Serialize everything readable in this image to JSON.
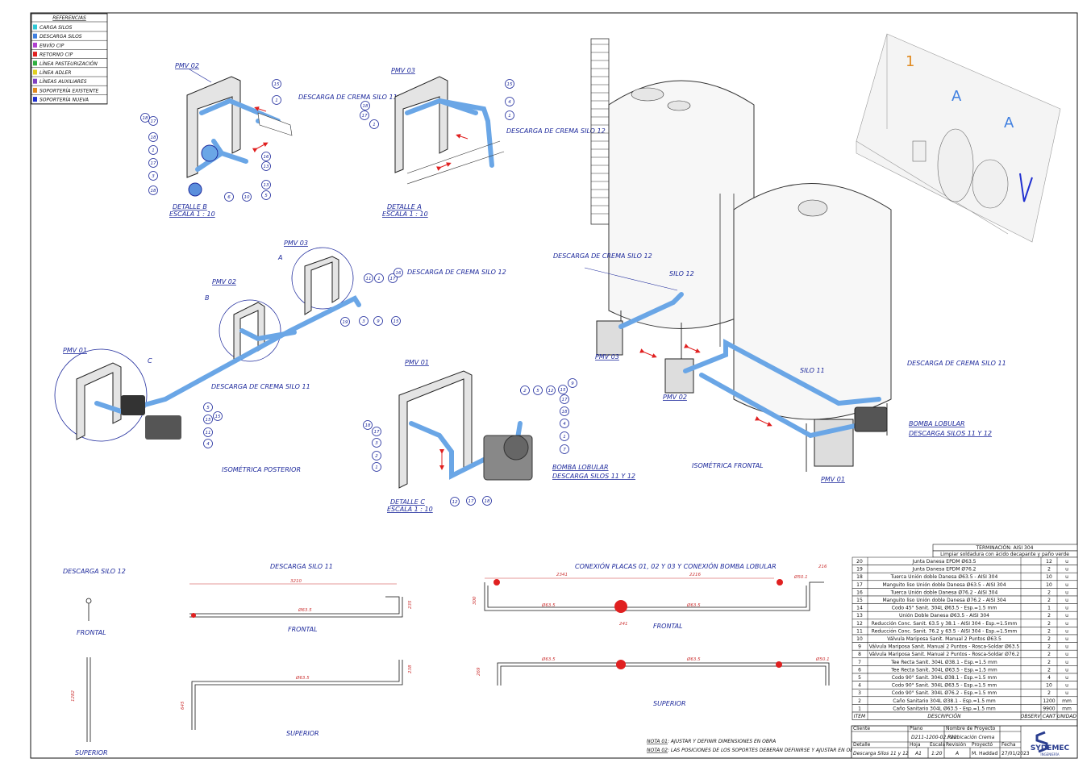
{
  "legend": {
    "title": "REFERENCIAS",
    "items": [
      {
        "label": "CARGA SILOS",
        "color": "#31c8d6"
      },
      {
        "label": "DESCARGA SILOS",
        "color": "#3f7fe0"
      },
      {
        "label": "ENVÍO CIP",
        "color": "#b040d0"
      },
      {
        "label": "RETORNO CIP",
        "color": "#e02020"
      },
      {
        "label": "LÍNEA PASTEURIZACIÓN",
        "color": "#30b040"
      },
      {
        "label": "LÍNEA ADLER",
        "color": "#e0d020"
      },
      {
        "label": "LÍNEAS AUXILIARES",
        "color": "#8040c0"
      },
      {
        "label": "SOPORTERÍA EXISTENTE",
        "color": "#e08a20"
      },
      {
        "label": "SOPORTERÍA NUEVA",
        "color": "#2030d0"
      }
    ]
  },
  "views": {
    "pmv02": "PMV 02",
    "pmv03": "PMV 03",
    "pmv01": "PMV 01",
    "det_b": "DETALLE B",
    "det_a": "DETALLE A",
    "det_c": "DETALLE C",
    "scale": "ESCALA 1 : 10",
    "descarga_11": "DESCARGA DE CREMA SILO 11",
    "descarga_12": "DESCARGA DE CREMA SILO 12",
    "iso_post": "ISOMÉTRICA POSTERIOR",
    "iso_front": "ISOMÉTRICA FRONTAL",
    "bomba": "BOMBA LOBULAR",
    "bomba2": "DESCARGA SILOS 11 Y 12",
    "silo12": "SILO 12",
    "silo11": "SILO 11",
    "mark_a": "A",
    "mark_b": "B",
    "mark_c": "C"
  },
  "bubbles_b": [
    "18",
    "17",
    "1",
    "18",
    "17",
    "3",
    "18",
    "13",
    "5",
    "6",
    "10",
    "13",
    "16",
    "15",
    "1"
  ],
  "bubbles_a": [
    "18",
    "17",
    "1",
    "15",
    "4",
    "1"
  ],
  "bubbles_c": [
    "18",
    "17",
    "3",
    "2",
    "1",
    "2",
    "5",
    "12",
    "15",
    "9",
    "17",
    "18",
    "4",
    "1",
    "7",
    "12",
    "17",
    "18"
  ],
  "orthos": {
    "ds12": "DESCARGA SILO 12",
    "ds11": "DESCARGA SILO 11",
    "conex": "CONEXIÓN PLACAS 01, 02 Y 03 Y CONEXIÓN BOMBA LOBULAR",
    "frontal": "FRONTAL",
    "superior": "SUPERIOR",
    "d3210": "3210",
    "d2341": "2341",
    "d2216": "2216",
    "d235": "235",
    "d238": "238",
    "d300": "300",
    "d241": "241",
    "d269": "269",
    "d645": "645",
    "d1282": "1282",
    "d216": "216",
    "dia": "Ø63.5",
    "dia2": "Ø50.1"
  },
  "notes": {
    "n1_label": "NOTA 01",
    "n1": ": AJUSTAR Y DEFINIR DIMENSIONES EN OBRA",
    "n2_label": "NOTA 02",
    "n2": ": LAS POSICIONES DE LOS SOPORTES DEBERÁN DEFINIRSE Y AJUSTAR EN OBRA"
  },
  "bom": {
    "header1": "TERMINACIÓN: AISI 304",
    "header2": "Limpiar soldadura con ácido decapante y paño verde",
    "rows": [
      [
        "20",
        "Junta Danesa EPDM Ø63.5",
        "12",
        "u"
      ],
      [
        "19",
        "Junta Danesa EPDM Ø76.2",
        "2",
        "u"
      ],
      [
        "18",
        "Tuerca Unión doble Danesa Ø63.5 - AISI 304",
        "10",
        "u"
      ],
      [
        "17",
        "Manguito liso Unión doble Danesa Ø63.5 - AISI 304",
        "10",
        "u"
      ],
      [
        "16",
        "Tuerca Unión doble Danesa Ø76.2 - AISI 304",
        "2",
        "u"
      ],
      [
        "15",
        "Manguito liso Unión doble Danesa Ø76.2 - AISI 304",
        "2",
        "u"
      ],
      [
        "14",
        "Codo 45° Sanit. 304L Ø63.5 - Esp.=1.5 mm",
        "1",
        "u"
      ],
      [
        "13",
        "Unión Doble Danesa Ø63.5 - AISI 304",
        "2",
        "u"
      ],
      [
        "12",
        "Reducción Conc. Sanit. 63.5 y 38.1 - AISI 304 - Esp.=1.5mm",
        "2",
        "u"
      ],
      [
        "11",
        "Reducción Conc. Sanit. 76.2 y 63.5 - AISI 304 - Esp.=1.5mm",
        "2",
        "u"
      ],
      [
        "10",
        "Válvula Mariposa Sanit. Manual 2 Puntos Ø63.5",
        "2",
        "u"
      ],
      [
        "9",
        "Válvula Mariposa Sanit. Manual 2 Puntos - Rosca-Soldar Ø63.5",
        "2",
        "u"
      ],
      [
        "8",
        "Válvula Mariposa Sanit. Manual 2 Puntos - Rosca-Soldar Ø76.2",
        "2",
        "u"
      ],
      [
        "7",
        "Tee Recta Sanit. 304L Ø38.1 - Esp.=1.5 mm",
        "2",
        "u"
      ],
      [
        "6",
        "Tee Recta Sanit. 304L Ø63.5 - Esp.=1.5 mm",
        "2",
        "u"
      ],
      [
        "5",
        "Codo 90° Sanit. 304L Ø38.1 - Esp.=1.5 mm",
        "4",
        "u"
      ],
      [
        "4",
        "Codo 90° Sanit. 304L Ø63.5 - Esp.=1.5 mm",
        "10",
        "u"
      ],
      [
        "3",
        "Codo 90° Sanit. 304L Ø76.2 - Esp.=1.5 mm",
        "2",
        "u"
      ],
      [
        "2",
        "Caño Sanitario 304L Ø38.1 - Esp.=1.5 mm",
        "1200",
        "mm"
      ],
      [
        "1",
        "Caño Sanitario 304L Ø63.5 - Esp.=1.5 mm",
        "9900",
        "mm"
      ]
    ],
    "col_item": "ITEM",
    "col_desc": "DESCRIPCIÓN",
    "col_obs": "OBSERV",
    "col_cant": "CANT",
    "col_unit": "UNIDAD"
  },
  "titleblock": {
    "cliente_l": "Cliente",
    "plano_l": "Plano",
    "nombre_l": "Nombre de Proyecto",
    "detalle_l": "Detalle",
    "hoja_l": "Hoja",
    "escala_l": "Escala",
    "revision_l": "Revisión",
    "proyecto_l": "Proyectó",
    "fecha_l": "Fecha",
    "plano": "D211-1200-02.P22",
    "nombre": "Reubicación Crema",
    "detalle": "Descarga Silos 11 y 12",
    "hoja": "A1",
    "escala": "1:20",
    "revision": "A",
    "proyecto": "M. Haddad",
    "fecha": "27/01/2023",
    "logo": "SYDEMEC",
    "logo_sub": "INGENIERÍA"
  }
}
